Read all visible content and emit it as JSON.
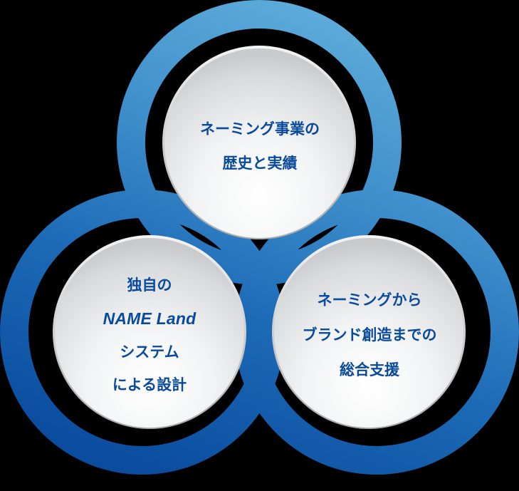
{
  "diagram": {
    "type": "three-circle-venn",
    "background": "#000000",
    "colors": {
      "ring_light": "#5cacd9",
      "ring_mid": "#2f7fc4",
      "ring_dark": "#0a4ea0",
      "disc_light": "#ffffff",
      "disc_shade": "#cfd0d1",
      "text": "#0a4a9c"
    },
    "circles": [
      {
        "id": "top",
        "lines": [
          "ネーミング事業の",
          "歴史と実績"
        ]
      },
      {
        "id": "left",
        "lines": [
          "独自の",
          "NAME Land",
          "システム",
          "による設計"
        ]
      },
      {
        "id": "right",
        "lines": [
          "ネーミングから",
          "ブランド創造までの",
          "総合支援"
        ]
      }
    ]
  }
}
